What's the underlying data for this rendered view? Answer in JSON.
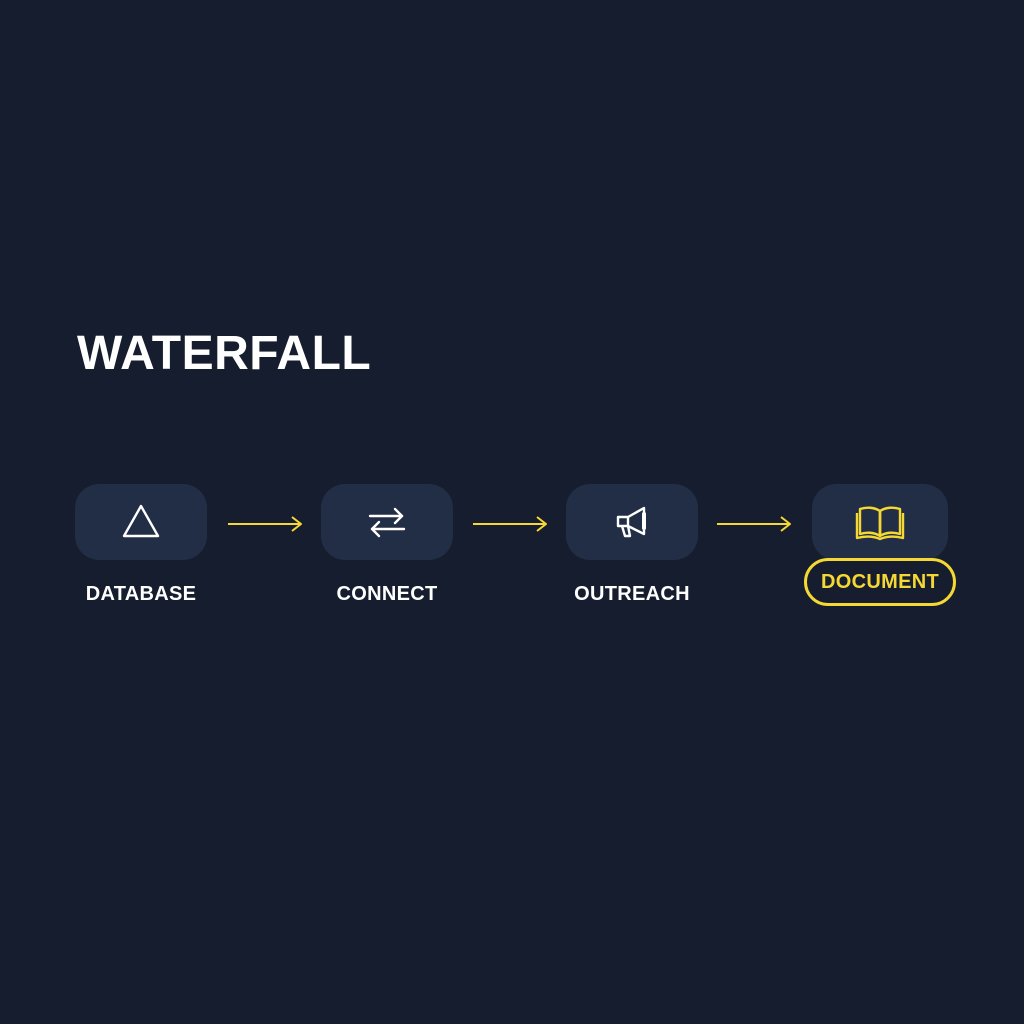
{
  "diagram": {
    "title": "WATERFALL",
    "accent_color": "#f5d833",
    "steps": [
      {
        "label": "DATABASE",
        "icon": "triangle-icon",
        "active": false
      },
      {
        "label": "CONNECT",
        "icon": "swap-arrows-icon",
        "active": false
      },
      {
        "label": "OUTREACH",
        "icon": "megaphone-icon",
        "active": false
      },
      {
        "label": "DOCUMENT",
        "icon": "open-book-icon",
        "active": true
      }
    ]
  }
}
